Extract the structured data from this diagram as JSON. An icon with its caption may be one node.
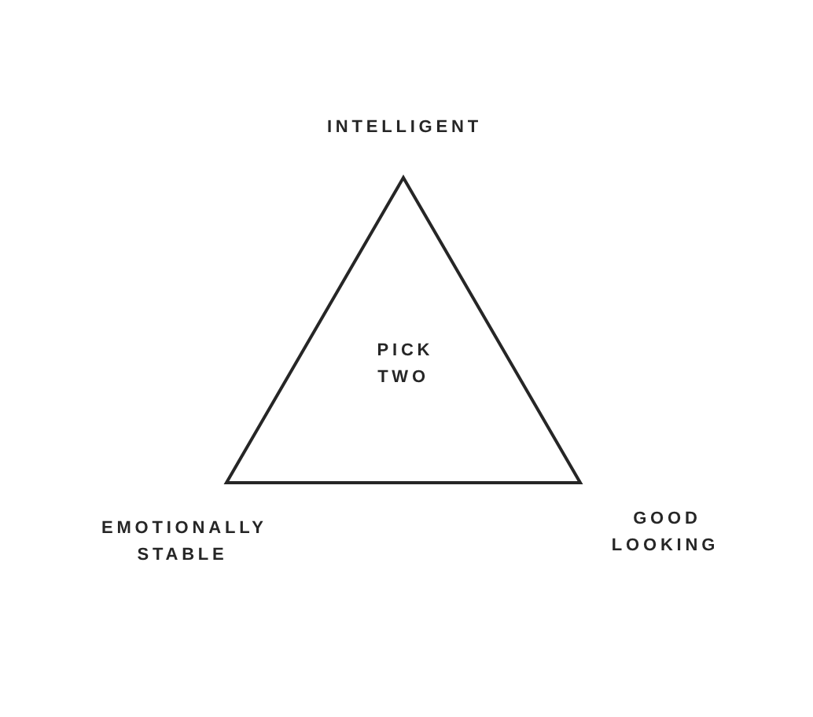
{
  "diagram": {
    "nodes": [
      {
        "text": [
          "PICK TWO"
        ],
        "beside": [
          "INTELLIGENT",
          "EMOTIONALLY STABLE",
          "GOOD LOOKING"
        ]
      }
    ]
  }
}
